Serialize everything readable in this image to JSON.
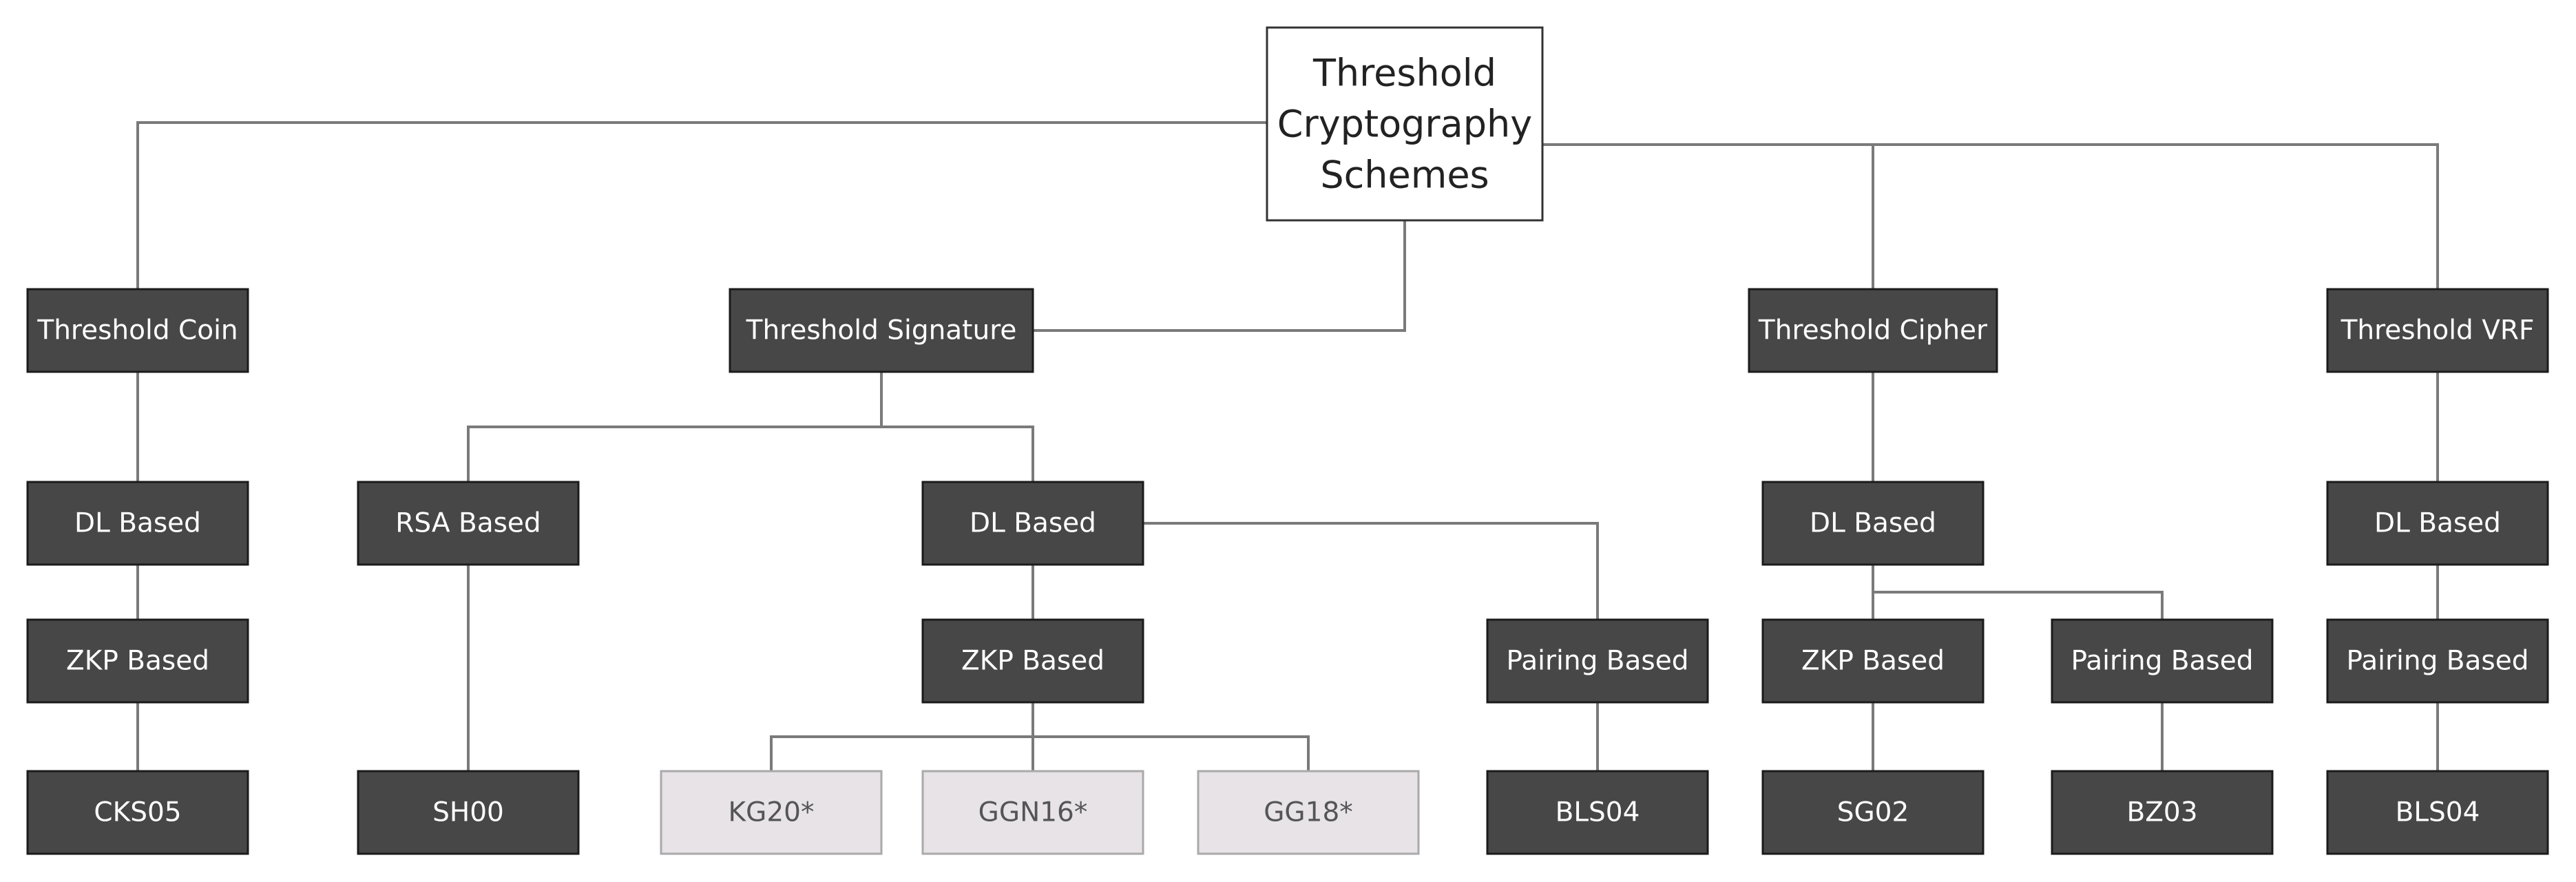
{
  "diagram": {
    "root": {
      "id": "root",
      "lines": [
        "Threshold",
        "Cryptography",
        "Schemes"
      ]
    },
    "nodes": [
      {
        "id": "coin",
        "label": "Threshold Coin",
        "style": "dark"
      },
      {
        "id": "sig",
        "label": "Threshold Signature",
        "style": "dark"
      },
      {
        "id": "cipher",
        "label": "Threshold Cipher",
        "style": "dark"
      },
      {
        "id": "vrf",
        "label": "Threshold VRF",
        "style": "dark"
      },
      {
        "id": "coin_dl",
        "label": "DL Based",
        "style": "dark"
      },
      {
        "id": "coin_zkp",
        "label": "ZKP Based",
        "style": "dark"
      },
      {
        "id": "coin_cks05",
        "label": "CKS05",
        "style": "dark"
      },
      {
        "id": "sig_rsa",
        "label": "RSA Based",
        "style": "dark"
      },
      {
        "id": "sig_sh00",
        "label": "SH00",
        "style": "dark"
      },
      {
        "id": "sig_dl",
        "label": "DL Based",
        "style": "dark"
      },
      {
        "id": "sig_zkp",
        "label": "ZKP Based",
        "style": "dark"
      },
      {
        "id": "sig_kg20",
        "label": "KG20*",
        "style": "light"
      },
      {
        "id": "sig_ggn16",
        "label": "GGN16*",
        "style": "light"
      },
      {
        "id": "sig_gg18",
        "label": "GG18*",
        "style": "light"
      },
      {
        "id": "sig_pair",
        "label": "Pairing Based",
        "style": "dark"
      },
      {
        "id": "sig_bls04",
        "label": "BLS04",
        "style": "dark"
      },
      {
        "id": "cipher_dl",
        "label": "DL Based",
        "style": "dark"
      },
      {
        "id": "cipher_zkp",
        "label": "ZKP Based",
        "style": "dark"
      },
      {
        "id": "cipher_sg02",
        "label": "SG02",
        "style": "dark"
      },
      {
        "id": "cipher_pair",
        "label": "Pairing Based",
        "style": "dark"
      },
      {
        "id": "cipher_bz03",
        "label": "BZ03",
        "style": "dark"
      },
      {
        "id": "vrf_dl",
        "label": "DL Based",
        "style": "dark"
      },
      {
        "id": "vrf_pair",
        "label": "Pairing Based",
        "style": "dark"
      },
      {
        "id": "vrf_bls04",
        "label": "BLS04",
        "style": "dark"
      }
    ],
    "edges": [
      [
        "root",
        "coin"
      ],
      [
        "root",
        "sig"
      ],
      [
        "root",
        "cipher"
      ],
      [
        "root",
        "vrf"
      ],
      [
        "coin",
        "coin_dl"
      ],
      [
        "coin_dl",
        "coin_zkp"
      ],
      [
        "coin_zkp",
        "coin_cks05"
      ],
      [
        "sig",
        "sig_rsa"
      ],
      [
        "sig",
        "sig_dl"
      ],
      [
        "sig_rsa",
        "sig_sh00"
      ],
      [
        "sig_dl",
        "sig_zkp"
      ],
      [
        "sig_dl",
        "sig_pair"
      ],
      [
        "sig_zkp",
        "sig_kg20"
      ],
      [
        "sig_zkp",
        "sig_ggn16"
      ],
      [
        "sig_zkp",
        "sig_gg18"
      ],
      [
        "sig_pair",
        "sig_bls04"
      ],
      [
        "cipher",
        "cipher_dl"
      ],
      [
        "cipher_dl",
        "cipher_zkp"
      ],
      [
        "cipher_dl",
        "cipher_pair"
      ],
      [
        "cipher_zkp",
        "cipher_sg02"
      ],
      [
        "cipher_pair",
        "cipher_bz03"
      ],
      [
        "vrf",
        "vrf_dl"
      ],
      [
        "vrf_dl",
        "vrf_pair"
      ],
      [
        "vrf_pair",
        "vrf_bls04"
      ]
    ]
  }
}
